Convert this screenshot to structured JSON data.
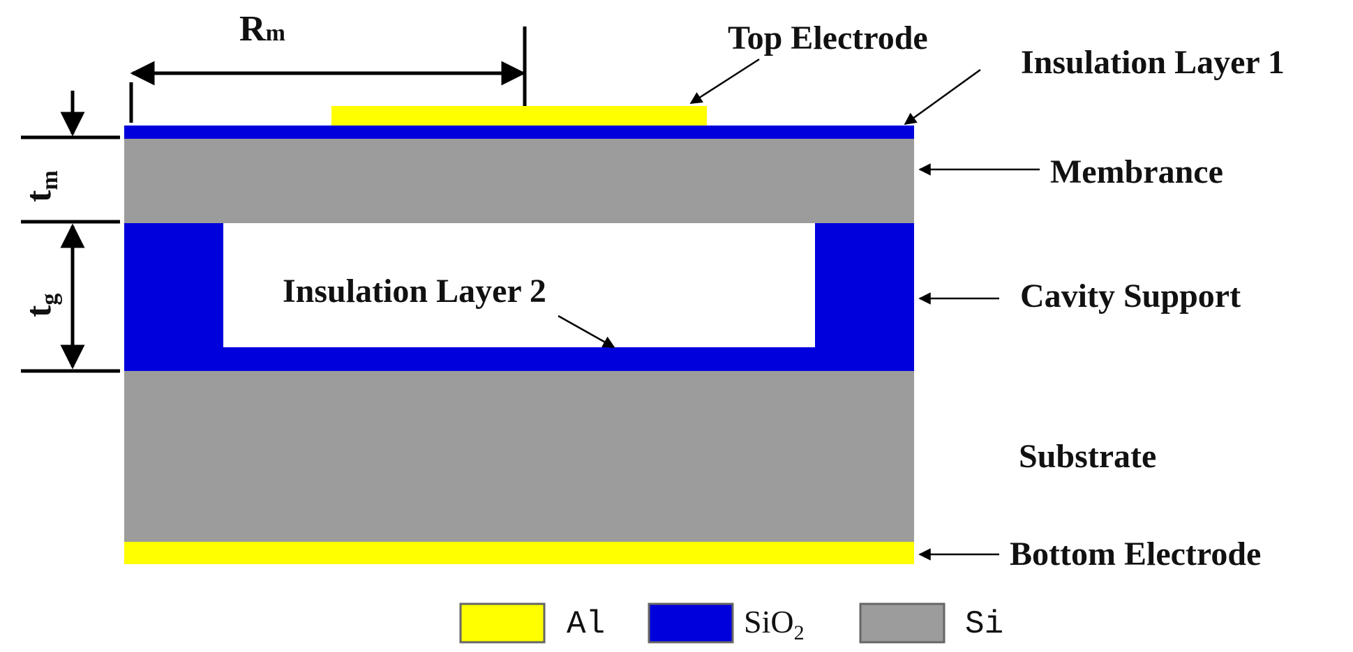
{
  "colors": {
    "al": "#ffff00",
    "sio2": "#0000dd",
    "si": "#9c9c9c",
    "stroke": "#000000",
    "legend_border": "#666666"
  },
  "labels": {
    "top_electrode": "Top Electrode",
    "insulation_layer_1": "Insulation Layer 1",
    "membrance": "Membrance",
    "cavity_support": "Cavity Support",
    "insulation_layer_2": "Insulation Layer 2",
    "substrate": "Substrate",
    "bottom_electrode": "Bottom Electrode"
  },
  "dimensions": {
    "rm": {
      "main": "R",
      "sub": "m"
    },
    "tm": {
      "main": "t",
      "sub": "m"
    },
    "tg": {
      "main": "t",
      "sub": "g"
    }
  },
  "legend": [
    {
      "label": "Al",
      "material": "al"
    },
    {
      "label": "SiO",
      "sub": "2",
      "material": "sio2"
    },
    {
      "label": "Si",
      "material": "si"
    }
  ]
}
